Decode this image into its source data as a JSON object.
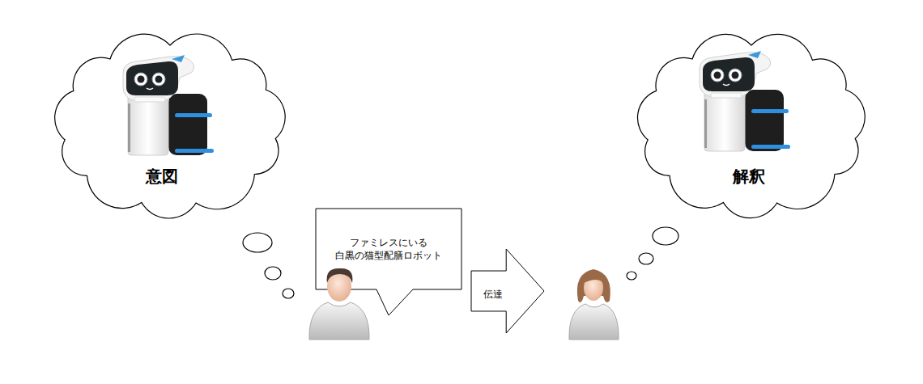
{
  "diagram": {
    "nodes": [
      {
        "text": [
          "意図"
        ]
      },
      {
        "text": [
          "ファミレスにいる 白黒の猫型配膳ロボット"
        ]
      },
      {
        "text": [
          "伝達"
        ]
      },
      {
        "text": [
          "解釈"
        ]
      }
    ]
  }
}
